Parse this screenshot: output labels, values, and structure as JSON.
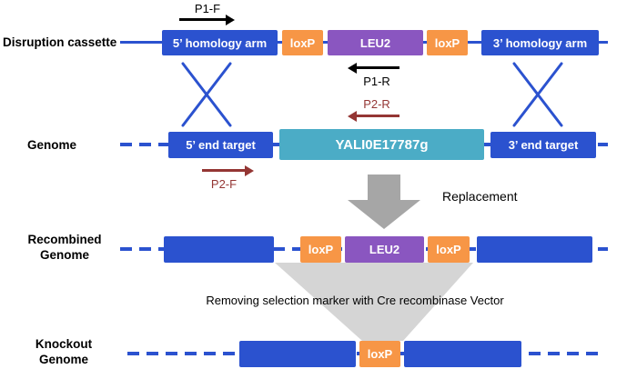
{
  "colors": {
    "blue": "#2b52cf",
    "orange": "#f79646",
    "purple": "#8a56c0",
    "teal": "#4bacc6",
    "primer_dark_red": "#943634",
    "primer_black": "#000000",
    "replacement_arrow_gray": "#a6a6a6",
    "funnel_gray": "#cbcbcb"
  },
  "icons": {
    "crossover": "x-cross-lines",
    "replacement_arrow": "down-block-arrow",
    "primer_arrow": "horizontal-arrow-line"
  },
  "cassette_row": {
    "label": "Disruption cassette",
    "primer_forward": "P1-F",
    "primer_reverse": "P1-R",
    "boxes": [
      {
        "label": "5’ homology arm",
        "color": "blue"
      },
      {
        "label": "loxP",
        "color": "orange"
      },
      {
        "label": "LEU2",
        "color": "purple"
      },
      {
        "label": "loxP",
        "color": "orange"
      },
      {
        "label": "3’ homology arm",
        "color": "blue"
      }
    ]
  },
  "genome_row": {
    "label": "Genome",
    "primer_reverse": "P2-R",
    "primer_forward": "P2-F",
    "boxes": [
      {
        "label": "5’ end target",
        "color": "blue"
      },
      {
        "label": "YALI0E17787g",
        "color": "teal"
      },
      {
        "label": "3’ end target",
        "color": "blue"
      }
    ]
  },
  "replacement_label": "Replacement",
  "recombined_row": {
    "label": "Recombined Genome",
    "boxes": [
      {
        "label": "loxP",
        "color": "orange"
      },
      {
        "label": "LEU2",
        "color": "purple"
      },
      {
        "label": "loxP",
        "color": "orange"
      }
    ]
  },
  "cre_label": "Removing selection marker with Cre recombinase Vector",
  "knockout_row": {
    "label": "Knockout Genome",
    "boxes": [
      {
        "label": "loxP",
        "color": "orange"
      }
    ]
  }
}
